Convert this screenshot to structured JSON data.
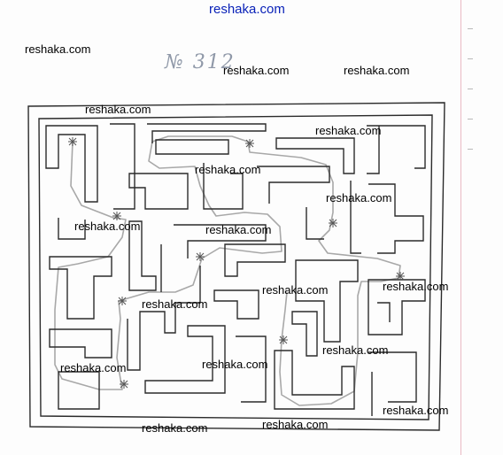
{
  "watermark": {
    "top": "reshaka.com",
    "text": "reshaka.com"
  },
  "title": "№ 312",
  "colors": {
    "wall": "#2b2b2b",
    "path": "#a8a8a8",
    "watermark_top": "#0a22b8",
    "margin_line": "#e9b9c3"
  },
  "icons": [
    "star-mark-icon"
  ]
}
